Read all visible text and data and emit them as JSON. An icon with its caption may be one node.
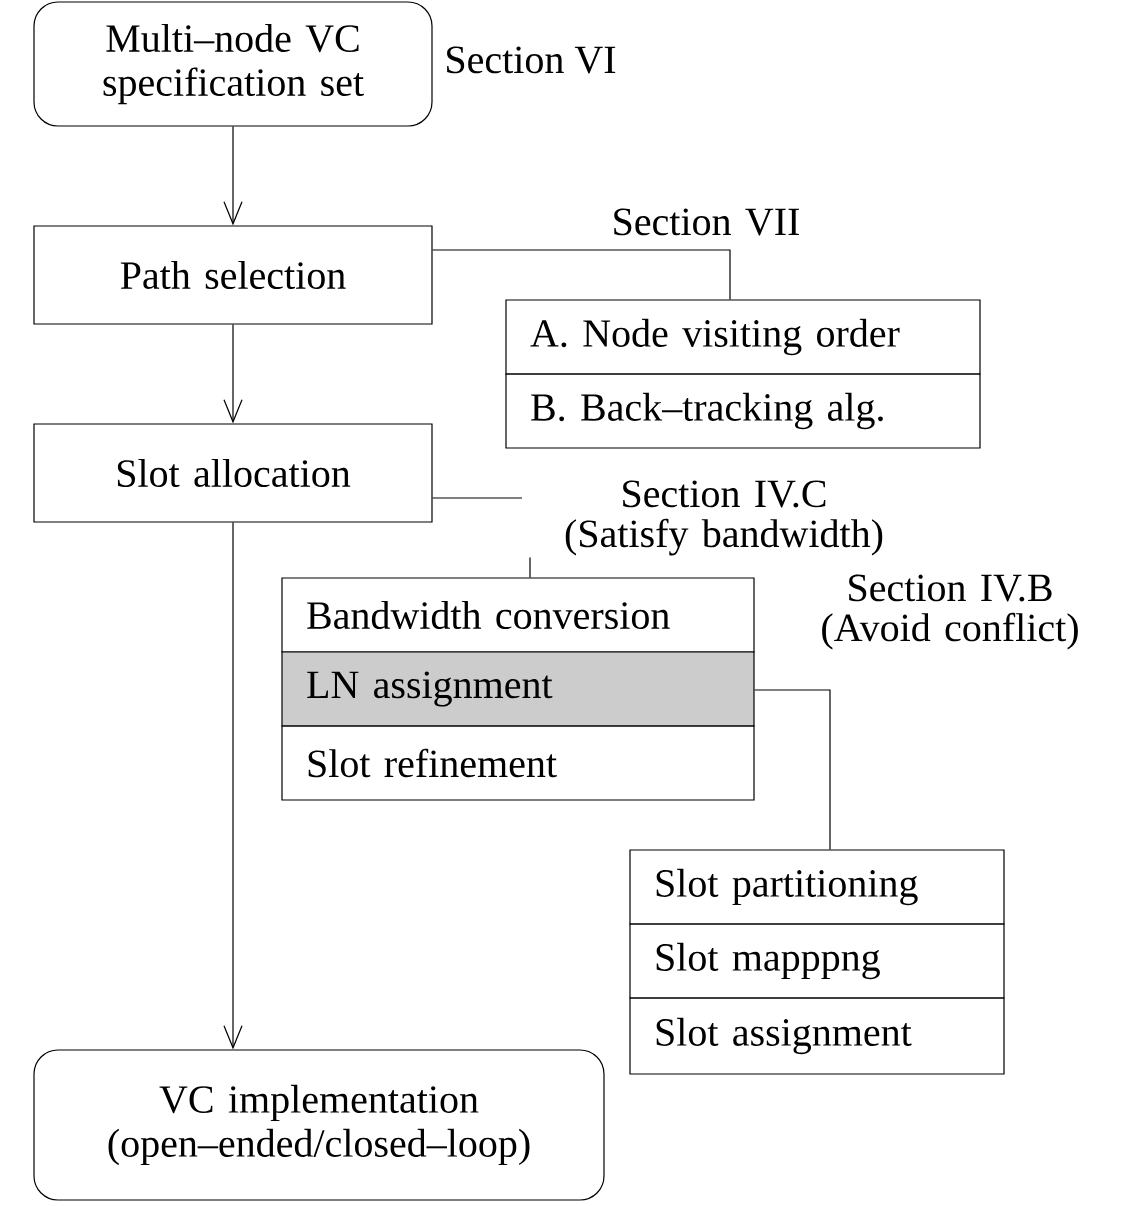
{
  "diagram": {
    "nodes": [
      {
        "text": [
          "Multi–node VC specification set"
        ],
        "beside": [
          "Section VI"
        ]
      },
      {
        "text": [
          "Path selection"
        ]
      },
      {
        "text": [
          "A. Node visiting order"
        ]
      },
      {
        "text": [
          "B. Back–tracking alg."
        ]
      },
      {
        "text": [
          "Slot allocation"
        ]
      },
      {
        "text": [
          "Bandwidth conversion"
        ]
      },
      {
        "text": [
          "LN assignment"
        ]
      },
      {
        "text": [
          "Slot refinement"
        ]
      },
      {
        "text": [
          "Slot partitioning"
        ]
      },
      {
        "text": [
          "Slot mapppng"
        ]
      },
      {
        "text": [
          "Slot assignment"
        ]
      },
      {
        "text": [
          "VC implementation (open–ended/closed–loop)"
        ]
      }
    ],
    "edges": [
      {
        "from": 0,
        "to": 1,
        "arrow": "to"
      },
      {
        "from": 1,
        "to": 4,
        "arrow": "to"
      },
      {
        "from": 4,
        "to": 11,
        "arrow": "to"
      },
      {
        "from": 1,
        "to": 2,
        "arrow": "none",
        "label": "Section VII"
      },
      {
        "from": 4,
        "to": 5,
        "arrow": "none",
        "label": "Section IV.C (Satisfy bandwidth)"
      },
      {
        "from": 6,
        "to": 8,
        "arrow": "none",
        "label": "Section IV.B (Avoid conflict)"
      }
    ]
  }
}
